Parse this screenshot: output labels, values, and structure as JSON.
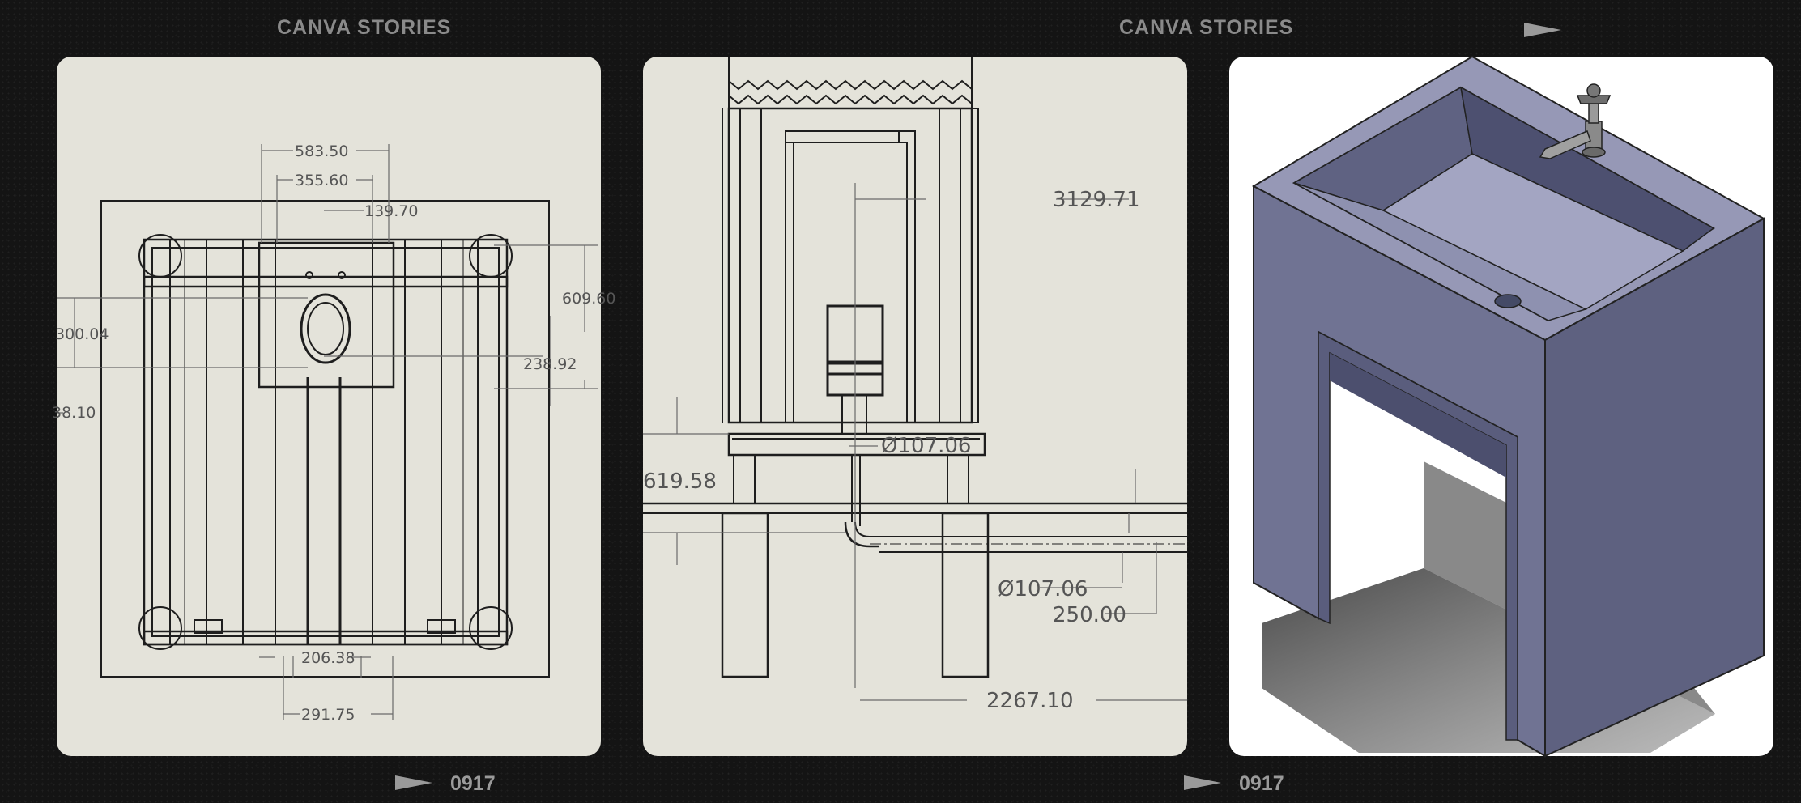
{
  "strip": {
    "brand_left": "CANVA STORIES",
    "brand_right": "CANVA STORIES",
    "frame_left": "0917",
    "frame_right": "0917"
  },
  "drawing_top": {
    "dims": {
      "d583": "583.50",
      "d355": "355.60",
      "d139": "139.70",
      "d609": "609.60",
      "d300": "300.04",
      "d238": "238.92",
      "d38": "38.10",
      "d206": "206.38",
      "d291": "291.75"
    }
  },
  "drawing_side": {
    "dims": {
      "d3129": "3129.71",
      "dphi1": "Ø107.06",
      "d619": "619.58",
      "dphi2": "Ø107.06",
      "d250": "250.00",
      "d2267": "2267.10"
    }
  },
  "colors": {
    "paper": "#e4e3da",
    "line": "#1e1e1e",
    "dim": "#6a6a6a",
    "sink_top": "#8c8fae",
    "sink_front": "#6d7090",
    "sink_side": "#5e6180",
    "sink_inner": "#a9abc6"
  }
}
